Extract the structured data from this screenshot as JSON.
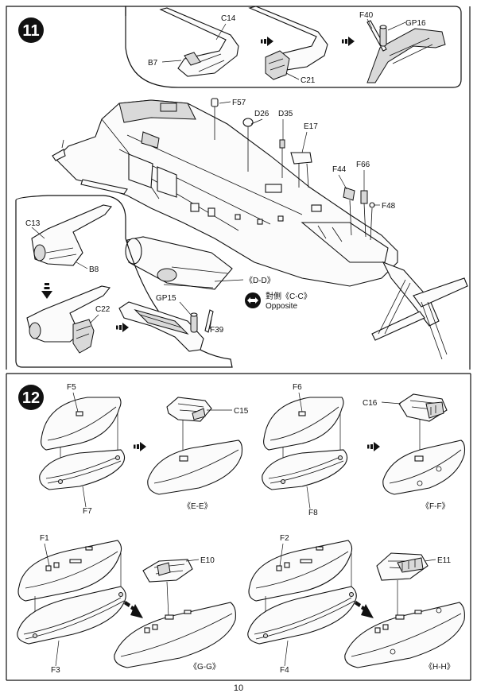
{
  "page_number": "10",
  "step_11": {
    "number": "11",
    "labels": {
      "c14": "C14",
      "b7": "B7",
      "c21": "C21",
      "f40": "F40",
      "gp16": "GP16",
      "f57": "F57",
      "d26": "D26",
      "d35": "D35",
      "e17": "E17",
      "f44": "F44",
      "f66": "F66",
      "f48": "F48",
      "c13": "C13",
      "b8": "B8",
      "c22": "C22",
      "gp15": "GP15",
      "f39": "F39"
    },
    "dd_label": "《D-D》",
    "opposite_cn": "對側《C-C》",
    "opposite_en": "Opposite"
  },
  "step_12": {
    "number": "12",
    "labels": {
      "f5": "F5",
      "f7": "F7",
      "c15": "C15",
      "ee": "《E-E》",
      "f6": "F6",
      "f8": "F8",
      "c16": "C16",
      "ff": "《F-F》",
      "f1": "F1",
      "f3": "F3",
      "e10": "E10",
      "gg": "《G-G》",
      "f2": "F2",
      "f4": "F4",
      "e11": "E11",
      "hh": "《H-H》"
    }
  },
  "colors": {
    "ink": "#111111",
    "paper": "#ffffff",
    "shade": "#d9d9d9"
  },
  "icons": [
    "assembly-arrow-icon",
    "opposite-side-arrow-icon"
  ]
}
